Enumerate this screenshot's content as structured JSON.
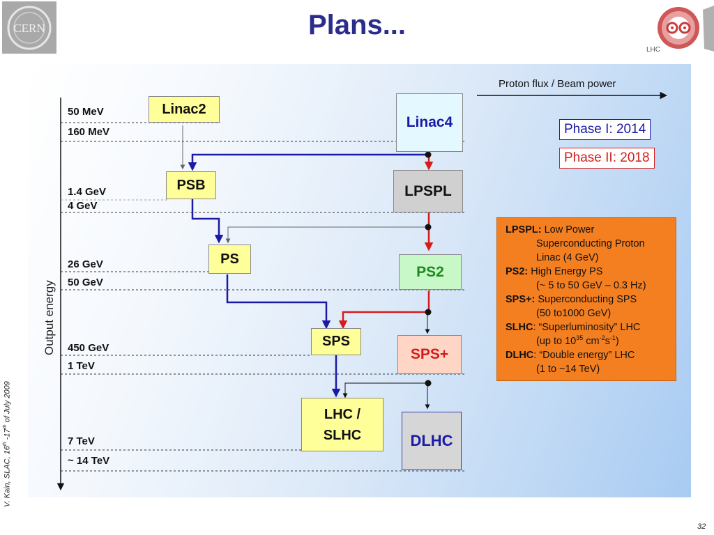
{
  "slide": {
    "title": "Plans...",
    "author_prefix": "V. Kain, SLAC, 16",
    "author_sup1": "th",
    "author_mid": " -17",
    "author_sup2": "th",
    "author_suffix": " of July 2009",
    "page_number": "32"
  },
  "logos": {
    "lhc_label": "LHC"
  },
  "diagram": {
    "axis_label": "Output energy",
    "flux_label": "Proton flux / Beam power",
    "energy_labels": [
      "50 MeV",
      "160 MeV",
      "1.4 GeV",
      "4 GeV",
      "26 GeV",
      "50 GeV",
      "450 GeV",
      "1 TeV",
      "7 TeV",
      "~ 14 TeV"
    ],
    "boxes": {
      "linac2": "Linac2",
      "psb": "PSB",
      "ps": "PS",
      "sps": "SPS",
      "lhc_line1": "LHC /",
      "lhc_line2": "SLHC",
      "linac4": "Linac4",
      "lpspl": "LPSPL",
      "ps2": "PS2",
      "sps_plus": "SPS+",
      "dlhc": "DLHC"
    },
    "phases": [
      {
        "label": "Phase I: 2014",
        "color": "#1a1aa6"
      },
      {
        "label": "Phase II: 2018",
        "color": "#d41c1c"
      }
    ],
    "colors": {
      "upgrade_path": "#d41c1c",
      "existing_path": "#1a1aa6",
      "legend_bg": "#f47f20"
    }
  },
  "legend": {
    "lpspl_term": "LPSPL:",
    "lpspl_l1": " Low Power",
    "lpspl_l2": "Superconducting Proton",
    "lpspl_l3": "Linac (4 GeV)",
    "ps2_term": "PS2:",
    "ps2_l1": " High Energy PS",
    "ps2_l2": "(~ 5 to 50 GeV – 0.3 Hz)",
    "spsp_term": "SPS+:",
    "spsp_l1": " Superconducting SPS",
    "spsp_l2": "(50 to1000 GeV)",
    "slhc_term": "SLHC",
    "slhc_l1": ": “Superluminosity” LHC",
    "slhc_l2a": "(up to 10",
    "slhc_l2sup1": "35",
    "slhc_l2b": " cm",
    "slhc_l2sup2": "-2",
    "slhc_l2c": "s",
    "slhc_l2sup3": "-1",
    "slhc_l2d": ")",
    "dlhc_term": "DLHC",
    "dlhc_l1": ": “Double energy” LHC",
    "dlhc_l2": "(1 to ~14 TeV)"
  }
}
